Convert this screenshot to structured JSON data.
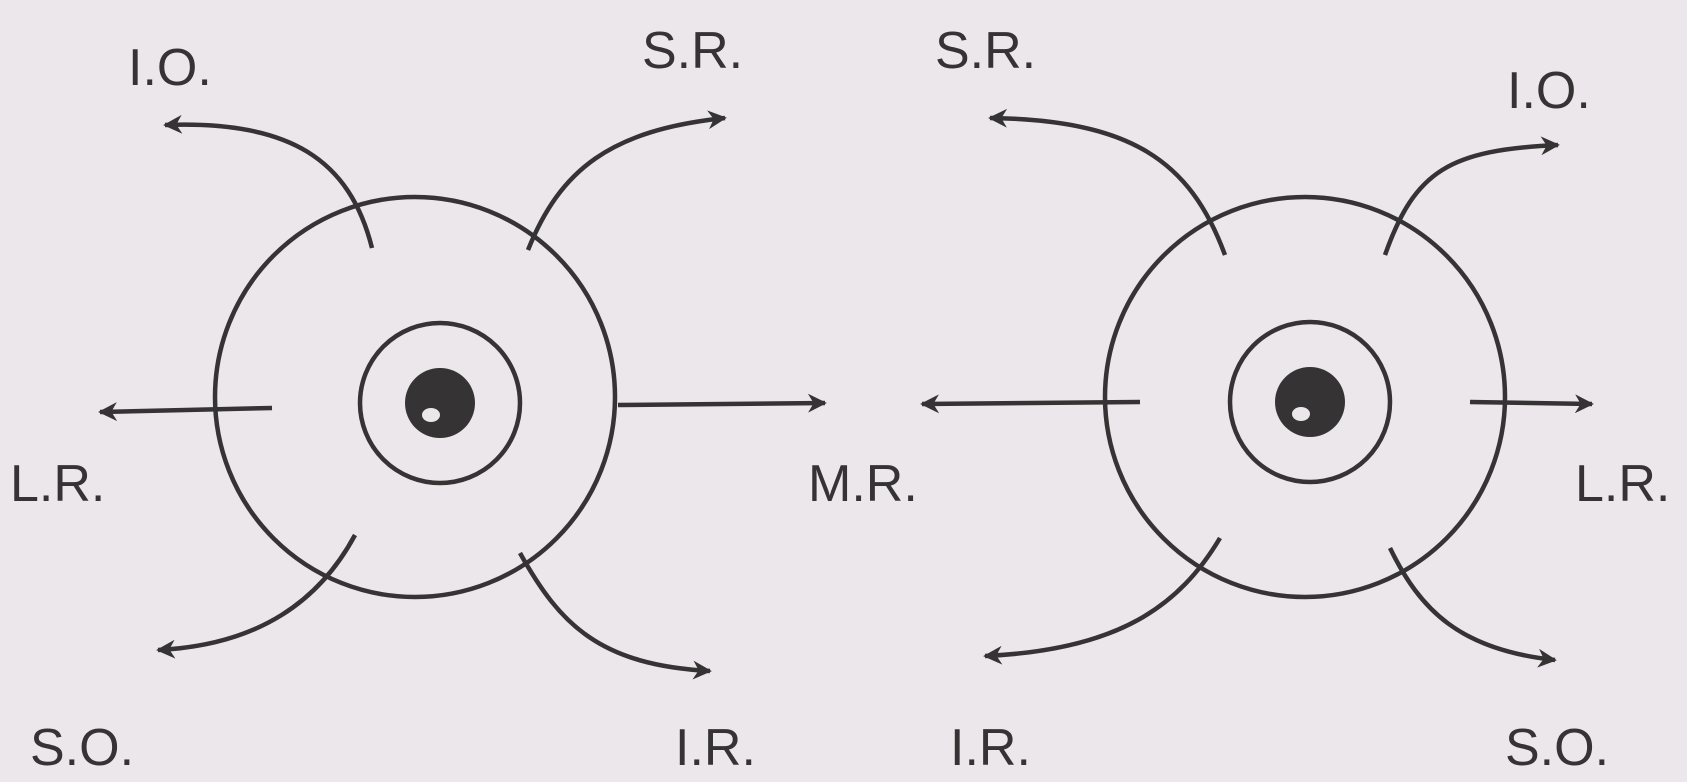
{
  "colors": {
    "background": "#ebe7ea",
    "ink": "#363334"
  },
  "diagram": {
    "right_eye": {
      "labels": {
        "top_left": "I.O.",
        "top_right": "S.R.",
        "left": "L.R.",
        "bottom_left": "S.O.",
        "bottom_right": "I.R."
      }
    },
    "center_label": "M.R.",
    "left_eye": {
      "labels": {
        "top_left": "S.R.",
        "top_right": "I.O.",
        "right": "L.R.",
        "bottom_left": "I.R.",
        "bottom_right": "S.O."
      }
    }
  }
}
